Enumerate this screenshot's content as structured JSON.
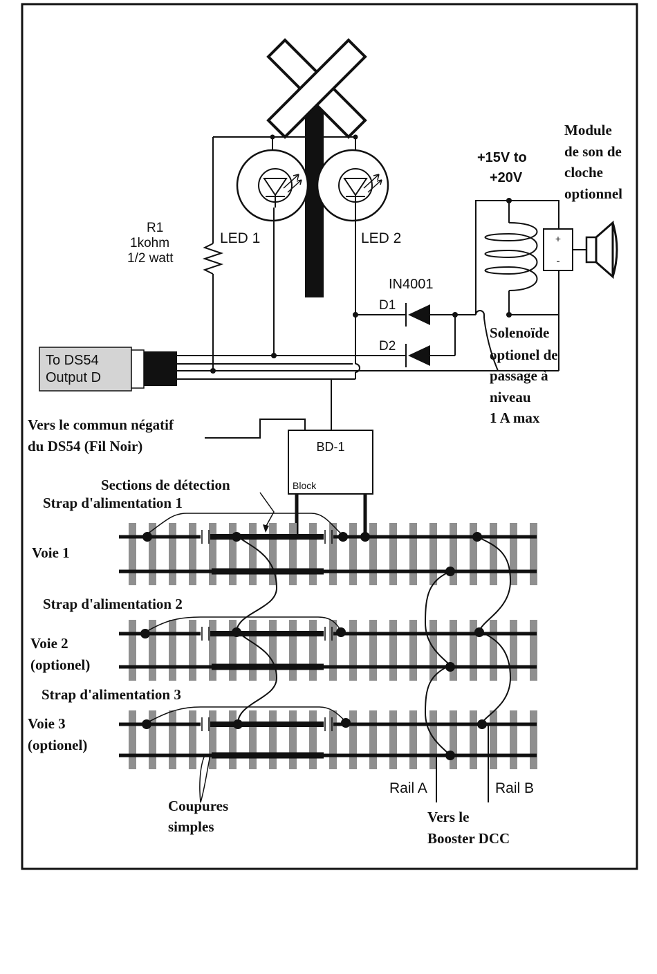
{
  "diagram": {
    "led1_label": "LED 1",
    "led2_label": "LED 2",
    "r1_name": "R1",
    "r1_value": "1kohm",
    "r1_power": "1/2 watt",
    "diode_part": "IN4001",
    "d1_label": "D1",
    "d2_label": "D2",
    "voltage_line1": "+15V to",
    "voltage_line2": "+20V",
    "sound_module_lines": [
      "Module",
      "de son de",
      "cloche",
      "optionnel"
    ],
    "speaker_plus": "+",
    "speaker_minus": "-",
    "solenoid_lines": [
      "Solenoïde",
      "optionel de",
      "passage à",
      "niveau",
      "1 A max"
    ],
    "ds54_line1": "To DS54",
    "ds54_line2": "Output D",
    "negative_line1": "Vers le commun négatif",
    "negative_line2": "du DS54 (Fil Noir)",
    "bd1_label": "BD-1",
    "block_label": "Block",
    "detection_label": "Sections de détection",
    "strap1": "Strap d'alimentation 1",
    "strap2": "Strap d'alimentation 2",
    "strap3": "Strap d'alimentation 3",
    "voie1": "Voie 1",
    "voie2_line1": "Voie 2",
    "voie2_line2": "(optionel)",
    "voie3_line1": "Voie 3",
    "voie3_line2": "(optionel)",
    "cuts_line1": "Coupures",
    "cuts_line2": "simples",
    "rail_a": "Rail A",
    "rail_b": "Rail B",
    "booster_line1": "Vers le",
    "booster_line2": "Booster DCC"
  },
  "colors": {
    "ink": "#111111",
    "tie": "#8f8f8f",
    "ds54_box": "#d4d4d4",
    "background": "#ffffff"
  }
}
